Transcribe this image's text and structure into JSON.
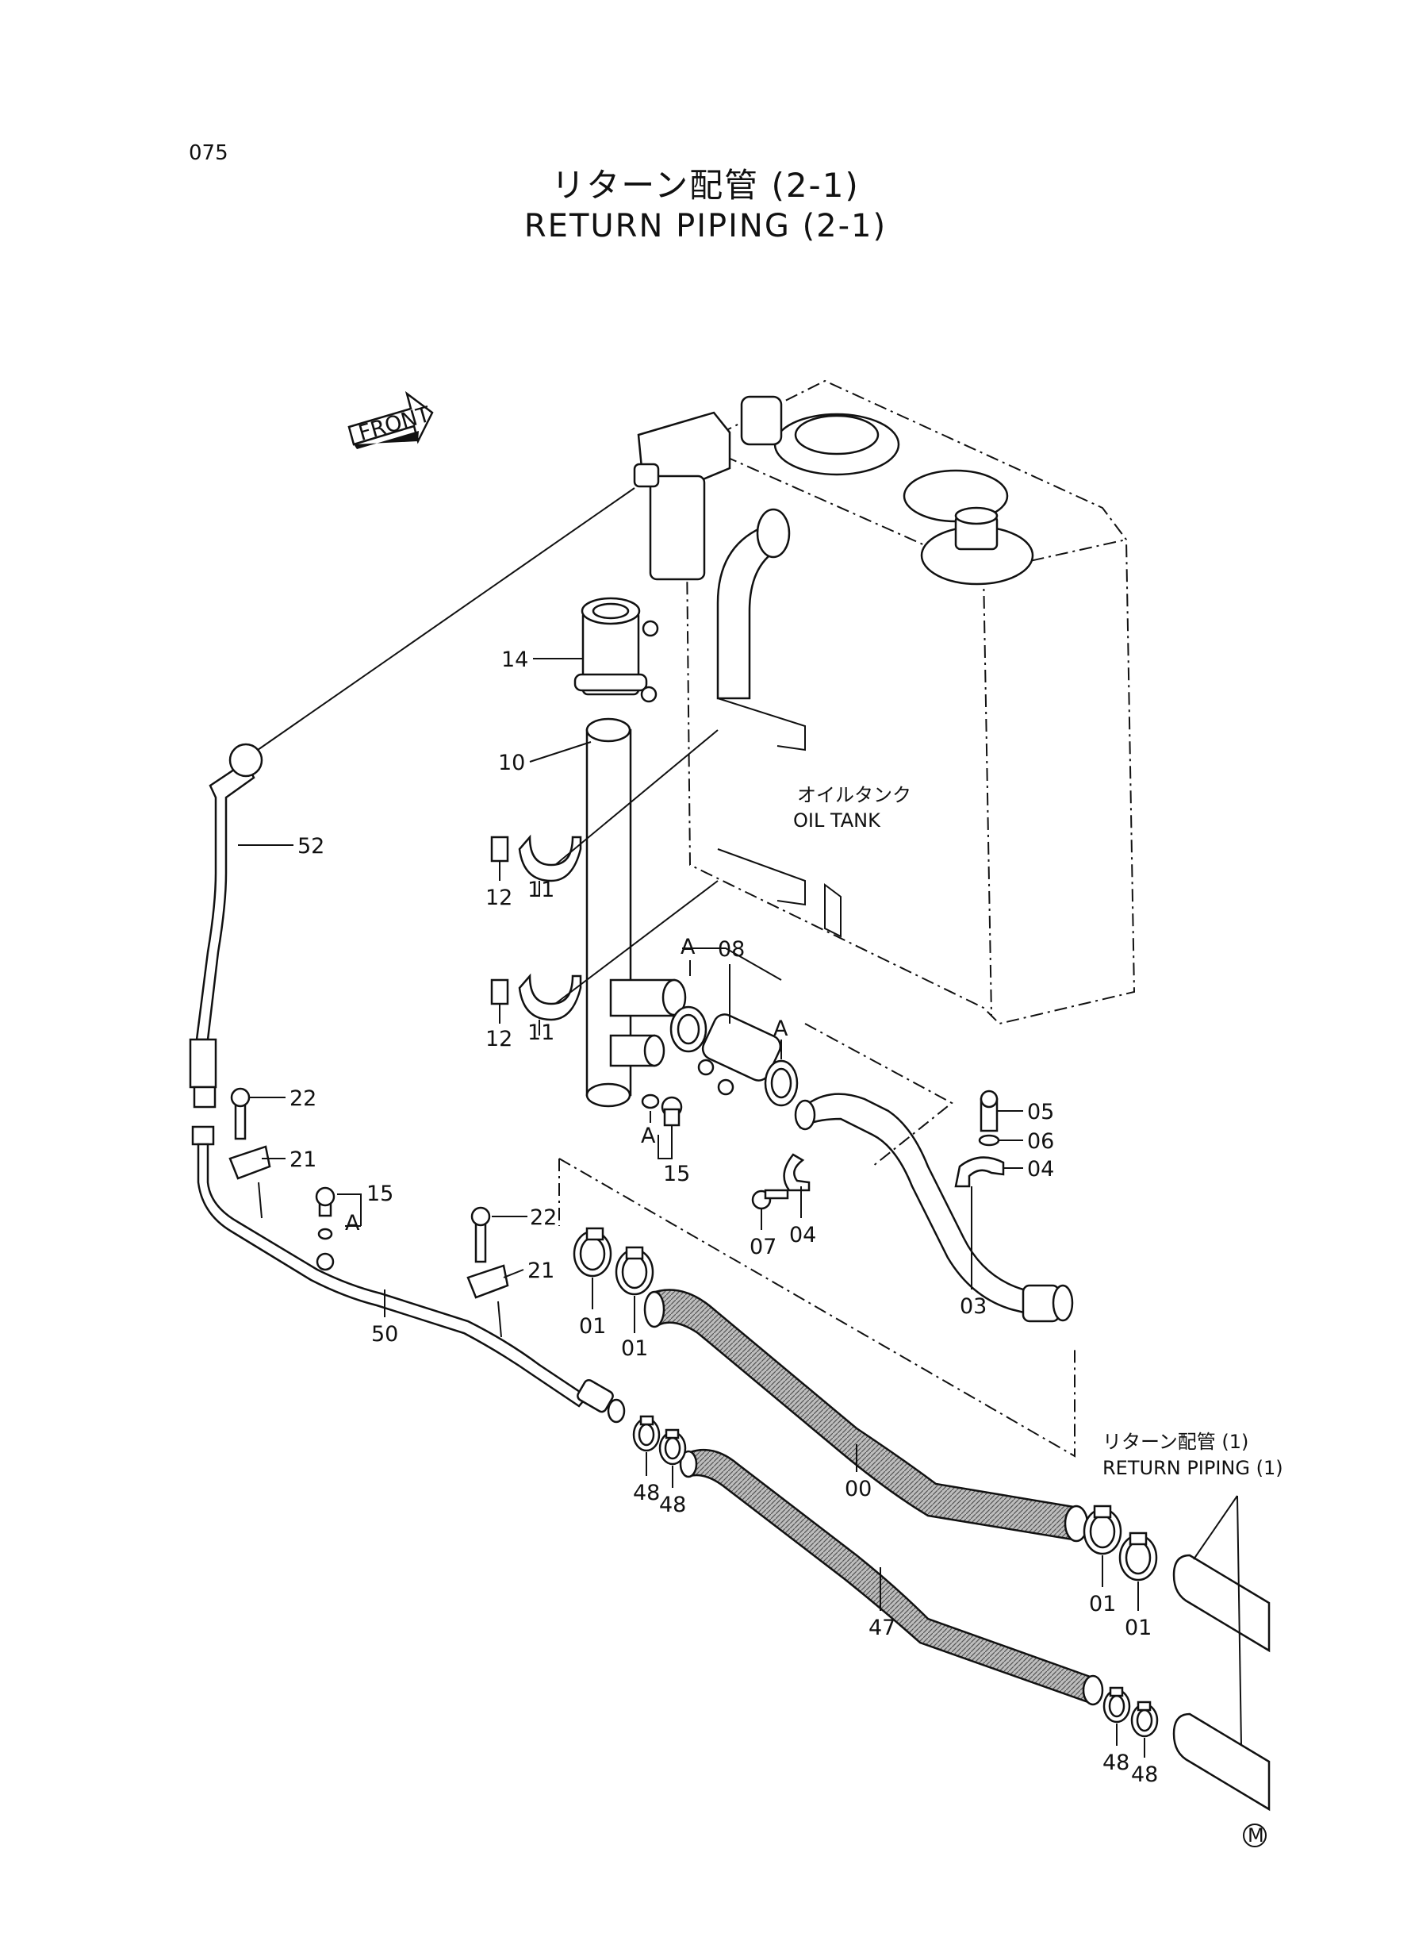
{
  "page_number": "075",
  "title_jp": "リターン配管 (2-1)",
  "title_en": "RETURN PIPING (2-1)",
  "front_label": "FRONT",
  "oil_tank": {
    "jp": "オイルタンク",
    "en": "OIL TANK"
  },
  "return_piping_ref": {
    "jp": "リターン配管 (1)",
    "en": "RETURN PIPING (1)"
  },
  "marker": "M",
  "parts": {
    "p14": "14",
    "p10": "10",
    "p52": "52",
    "p12a": "12",
    "p11a": "11",
    "p12b": "12",
    "p11b": "11",
    "p08": "08",
    "pA1": "A",
    "pA2": "A",
    "pA3": "A",
    "pA4": "A",
    "p15a": "15",
    "p15b": "15",
    "p22a": "22",
    "p21a": "21",
    "p22b": "22",
    "p21b": "21",
    "p05": "05",
    "p06": "06",
    "p04a": "04",
    "p04b": "04",
    "p07": "07",
    "p03": "03",
    "p01a": "01",
    "p01b": "01",
    "p01c": "01",
    "p01d": "01",
    "p50": "50",
    "p00": "00",
    "p48a": "48",
    "p48b": "48",
    "p48c": "48",
    "p48d": "48",
    "p47": "47"
  }
}
